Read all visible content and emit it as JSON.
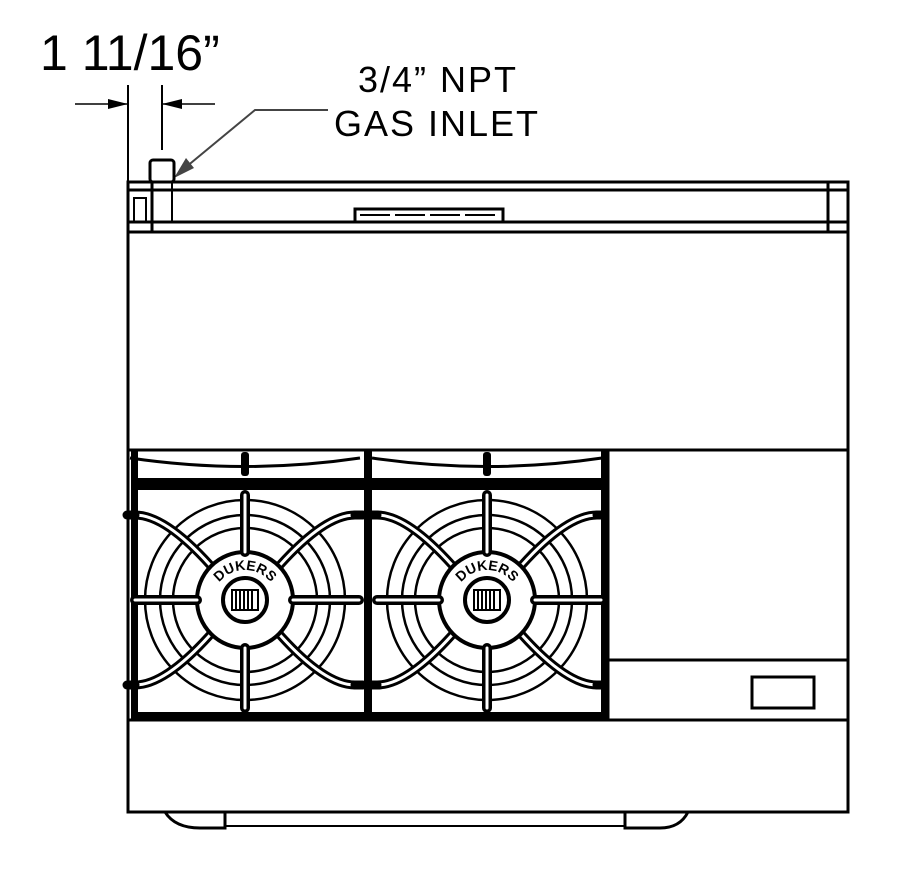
{
  "dimension": {
    "text": "1 11/16”"
  },
  "callout": {
    "line1": "3/4” NPT",
    "line2": "GAS INLET"
  },
  "logo": {
    "text": "DUKERS"
  },
  "burner_count": 2,
  "colors": {
    "line": "#000000",
    "leader": "#444444",
    "background": "#ffffff"
  }
}
